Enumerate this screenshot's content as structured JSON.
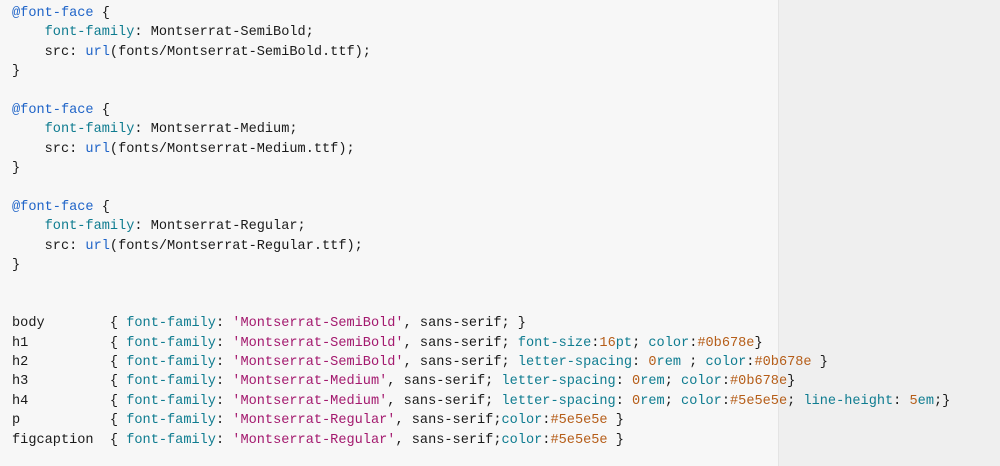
{
  "colors": {
    "background": "#f7f7f7",
    "gutter": "#efefef",
    "at_rule_and_function": "#1f64c8",
    "property": "#0f7c90",
    "string": "#a3196e",
    "number_and_hex": "#b55d18",
    "plain": "#1a1a1a"
  },
  "code": {
    "lines": [
      [
        {
          "t": "@font-face",
          "c": "blue"
        },
        {
          "t": " {",
          "c": "plain"
        }
      ],
      [
        {
          "t": "    ",
          "c": "plain"
        },
        {
          "t": "font-family",
          "c": "teal"
        },
        {
          "t": ": Montserrat-SemiBold;",
          "c": "plain"
        }
      ],
      [
        {
          "t": "    src: ",
          "c": "plain"
        },
        {
          "t": "url",
          "c": "blue"
        },
        {
          "t": "(fonts/Montserrat-SemiBold.ttf);",
          "c": "plain"
        }
      ],
      [
        {
          "t": "}",
          "c": "plain"
        }
      ],
      [],
      [
        {
          "t": "@font-face",
          "c": "blue"
        },
        {
          "t": " {",
          "c": "plain"
        }
      ],
      [
        {
          "t": "    ",
          "c": "plain"
        },
        {
          "t": "font-family",
          "c": "teal"
        },
        {
          "t": ": Montserrat-Medium;",
          "c": "plain"
        }
      ],
      [
        {
          "t": "    src: ",
          "c": "plain"
        },
        {
          "t": "url",
          "c": "blue"
        },
        {
          "t": "(fonts/Montserrat-Medium.ttf);",
          "c": "plain"
        }
      ],
      [
        {
          "t": "}",
          "c": "plain"
        }
      ],
      [],
      [
        {
          "t": "@font-face",
          "c": "blue"
        },
        {
          "t": " {",
          "c": "plain"
        }
      ],
      [
        {
          "t": "    ",
          "c": "plain"
        },
        {
          "t": "font-family",
          "c": "teal"
        },
        {
          "t": ": Montserrat-Regular;",
          "c": "plain"
        }
      ],
      [
        {
          "t": "    src: ",
          "c": "plain"
        },
        {
          "t": "url",
          "c": "blue"
        },
        {
          "t": "(fonts/Montserrat-Regular.ttf);",
          "c": "plain"
        }
      ],
      [
        {
          "t": "}",
          "c": "plain"
        }
      ],
      [],
      [],
      [
        {
          "t": "body        { ",
          "c": "plain"
        },
        {
          "t": "font-family",
          "c": "teal"
        },
        {
          "t": ": ",
          "c": "plain"
        },
        {
          "t": "'Montserrat-SemiBold'",
          "c": "str"
        },
        {
          "t": ", sans-serif; }",
          "c": "plain"
        }
      ],
      [
        {
          "t": "h1          { ",
          "c": "plain"
        },
        {
          "t": "font-family",
          "c": "teal"
        },
        {
          "t": ": ",
          "c": "plain"
        },
        {
          "t": "'Montserrat-SemiBold'",
          "c": "str"
        },
        {
          "t": ", sans-serif; ",
          "c": "plain"
        },
        {
          "t": "font-size",
          "c": "teal"
        },
        {
          "t": ":",
          "c": "plain"
        },
        {
          "t": "16",
          "c": "num"
        },
        {
          "t": "pt",
          "c": "teal"
        },
        {
          "t": "; ",
          "c": "plain"
        },
        {
          "t": "color",
          "c": "teal"
        },
        {
          "t": ":",
          "c": "plain"
        },
        {
          "t": "#0b678e",
          "c": "num"
        },
        {
          "t": "}",
          "c": "plain"
        }
      ],
      [
        {
          "t": "h2          { ",
          "c": "plain"
        },
        {
          "t": "font-family",
          "c": "teal"
        },
        {
          "t": ": ",
          "c": "plain"
        },
        {
          "t": "'Montserrat-SemiBold'",
          "c": "str"
        },
        {
          "t": ", sans-serif; ",
          "c": "plain"
        },
        {
          "t": "letter-spacing",
          "c": "teal"
        },
        {
          "t": ": ",
          "c": "plain"
        },
        {
          "t": "0",
          "c": "num"
        },
        {
          "t": "rem",
          "c": "teal"
        },
        {
          "t": " ; ",
          "c": "plain"
        },
        {
          "t": "color",
          "c": "teal"
        },
        {
          "t": ":",
          "c": "plain"
        },
        {
          "t": "#0b678e",
          "c": "num"
        },
        {
          "t": " }",
          "c": "plain"
        }
      ],
      [
        {
          "t": "h3          { ",
          "c": "plain"
        },
        {
          "t": "font-family",
          "c": "teal"
        },
        {
          "t": ": ",
          "c": "plain"
        },
        {
          "t": "'Montserrat-Medium'",
          "c": "str"
        },
        {
          "t": ", sans-serif; ",
          "c": "plain"
        },
        {
          "t": "letter-spacing",
          "c": "teal"
        },
        {
          "t": ": ",
          "c": "plain"
        },
        {
          "t": "0",
          "c": "num"
        },
        {
          "t": "rem",
          "c": "teal"
        },
        {
          "t": "; ",
          "c": "plain"
        },
        {
          "t": "color",
          "c": "teal"
        },
        {
          "t": ":",
          "c": "plain"
        },
        {
          "t": "#0b678e",
          "c": "num"
        },
        {
          "t": "}",
          "c": "plain"
        }
      ],
      [
        {
          "t": "h4          { ",
          "c": "plain"
        },
        {
          "t": "font-family",
          "c": "teal"
        },
        {
          "t": ": ",
          "c": "plain"
        },
        {
          "t": "'Montserrat-Medium'",
          "c": "str"
        },
        {
          "t": ", sans-serif; ",
          "c": "plain"
        },
        {
          "t": "letter-spacing",
          "c": "teal"
        },
        {
          "t": ": ",
          "c": "plain"
        },
        {
          "t": "0",
          "c": "num"
        },
        {
          "t": "rem",
          "c": "teal"
        },
        {
          "t": "; ",
          "c": "plain"
        },
        {
          "t": "color",
          "c": "teal"
        },
        {
          "t": ":",
          "c": "plain"
        },
        {
          "t": "#5e5e5e",
          "c": "num"
        },
        {
          "t": "; ",
          "c": "plain"
        },
        {
          "t": "line-height",
          "c": "teal"
        },
        {
          "t": ": ",
          "c": "plain"
        },
        {
          "t": "5",
          "c": "num"
        },
        {
          "t": "em",
          "c": "teal"
        },
        {
          "t": ";}",
          "c": "plain"
        }
      ],
      [
        {
          "t": "p           { ",
          "c": "plain"
        },
        {
          "t": "font-family",
          "c": "teal"
        },
        {
          "t": ": ",
          "c": "plain"
        },
        {
          "t": "'Montserrat-Regular'",
          "c": "str"
        },
        {
          "t": ", sans-serif;",
          "c": "plain"
        },
        {
          "t": "color",
          "c": "teal"
        },
        {
          "t": ":",
          "c": "plain"
        },
        {
          "t": "#5e5e5e",
          "c": "num"
        },
        {
          "t": " }",
          "c": "plain"
        }
      ],
      [
        {
          "t": "figcaption  { ",
          "c": "plain"
        },
        {
          "t": "font-family",
          "c": "teal"
        },
        {
          "t": ": ",
          "c": "plain"
        },
        {
          "t": "'Montserrat-Regular'",
          "c": "str"
        },
        {
          "t": ", sans-serif;",
          "c": "plain"
        },
        {
          "t": "color",
          "c": "teal"
        },
        {
          "t": ":",
          "c": "plain"
        },
        {
          "t": "#5e5e5e",
          "c": "num"
        },
        {
          "t": " }",
          "c": "plain"
        }
      ]
    ]
  }
}
